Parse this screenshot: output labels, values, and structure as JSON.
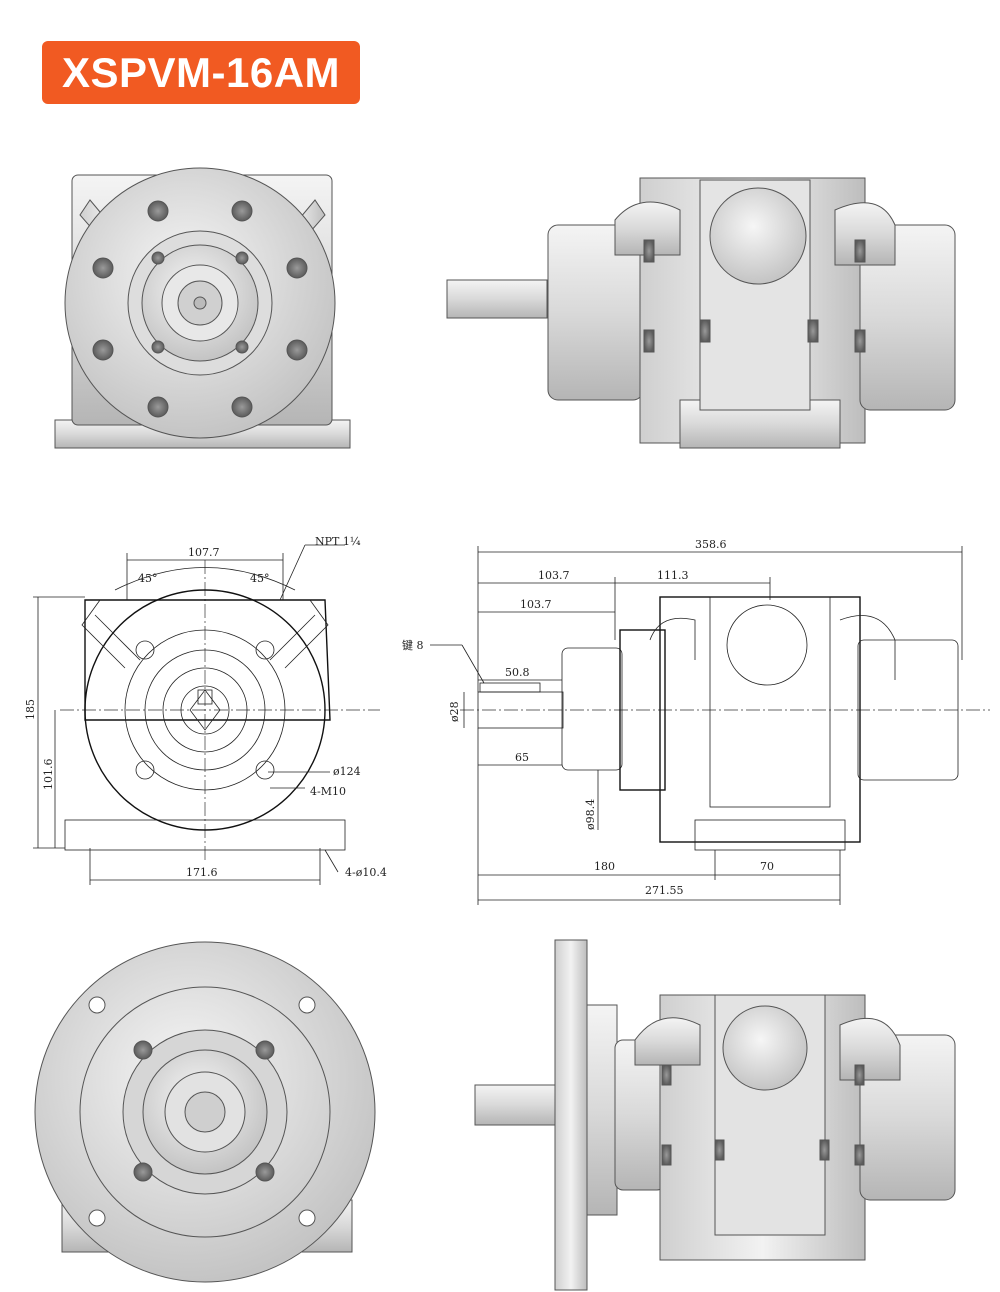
{
  "title": "XSPVM-16AM",
  "colors": {
    "badge": "#f15a22",
    "metal_light": "#e9e9e9",
    "metal_mid": "#c8c8c8",
    "metal_dark": "#8a8a8a"
  },
  "front_drawing": {
    "width_top": "107.7",
    "angle_left": "45°",
    "angle_right": "45°",
    "port": "NPT 1¼",
    "height_total": "185",
    "height_center": "101.6",
    "flange_dia": "ø124",
    "bolts": "4-M10",
    "base_width": "171.6",
    "base_holes": "4-ø10.4"
  },
  "side_drawing": {
    "length_total": "358.6",
    "d1": "103.7",
    "d2": "111.3",
    "d3": "103.7",
    "key": "键 8",
    "key_len": "50.8",
    "shaft_dia": "ø28",
    "shaft_len": "65",
    "pilot_dia": "ø98.4",
    "base_a": "180",
    "base_b": "70",
    "base_total": "271.55"
  }
}
